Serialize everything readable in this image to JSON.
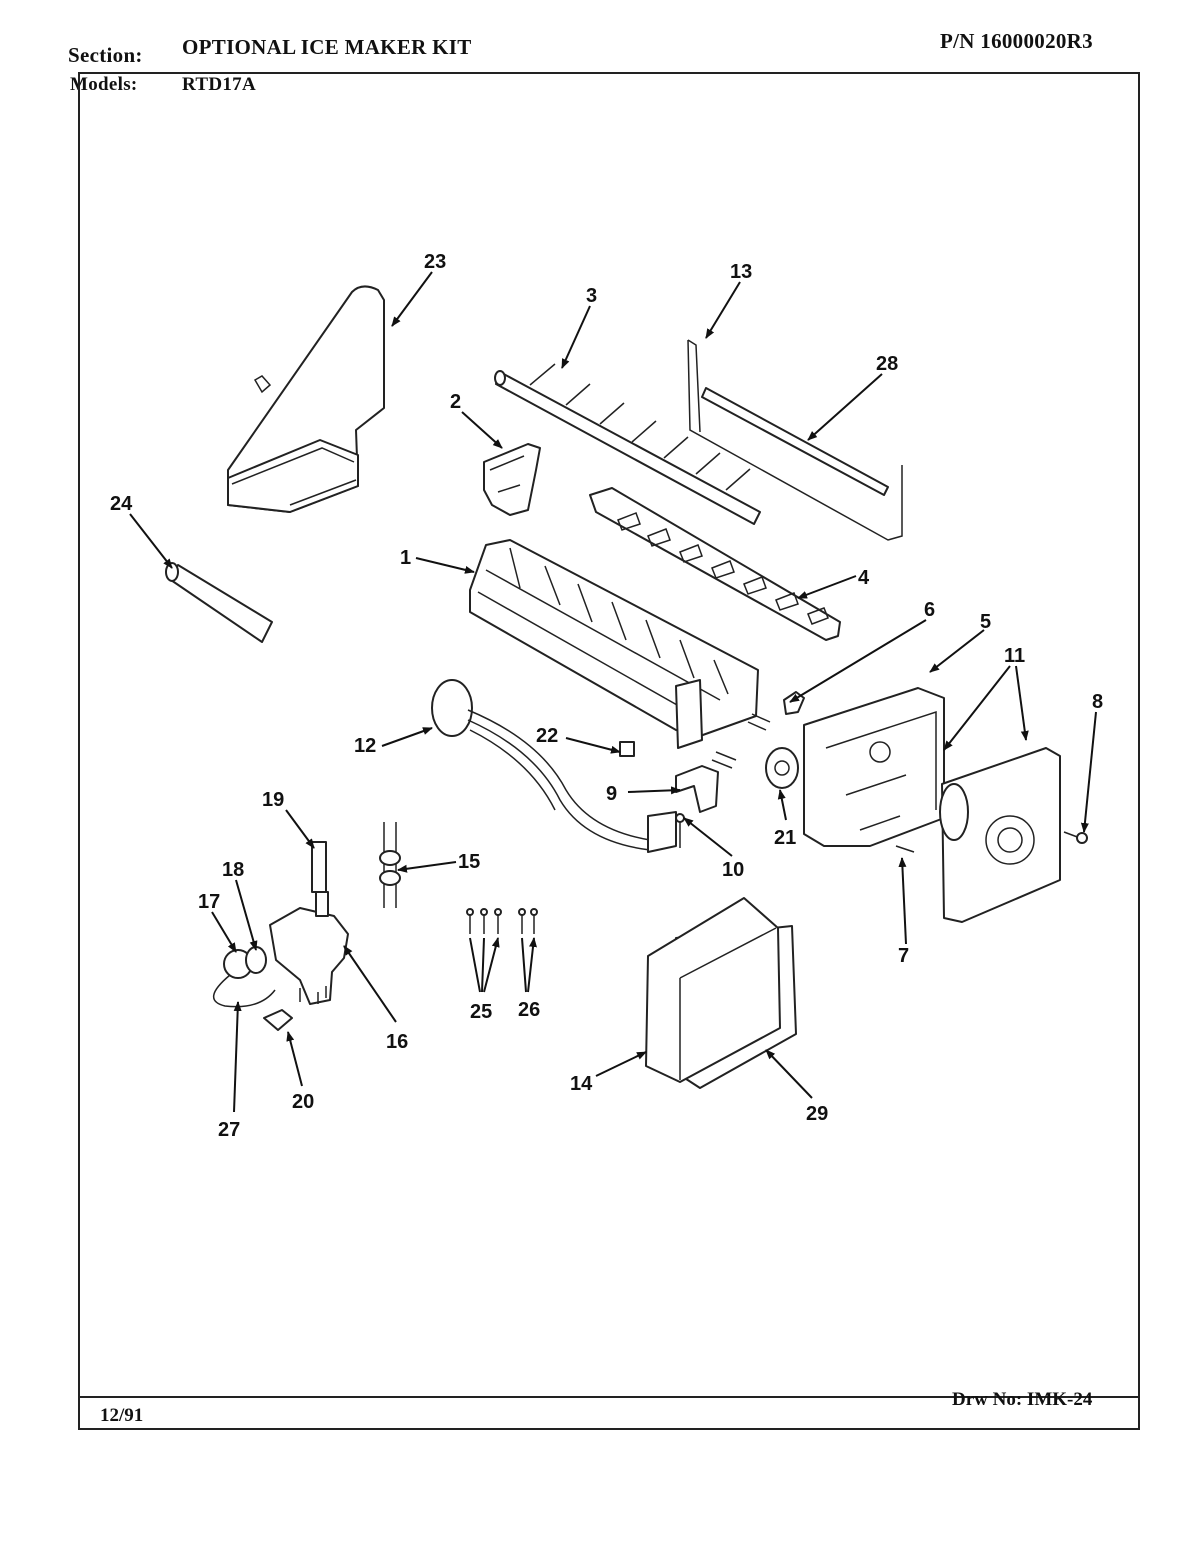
{
  "header": {
    "section_label": "Section:",
    "section_value": "OPTIONAL ICE MAKER KIT",
    "models_label": "Models:",
    "models_value": "RTD17A",
    "part_number": "P/N 16000020R3"
  },
  "footer": {
    "date": "12/91",
    "drawing_number": "Drw No: IMK-24"
  },
  "callouts": [
    "1",
    "2",
    "3",
    "4",
    "5",
    "6",
    "7",
    "8",
    "9",
    "10",
    "11",
    "12",
    "13",
    "14",
    "15",
    "16",
    "17",
    "18",
    "19",
    "20",
    "21",
    "22",
    "23",
    "24",
    "25",
    "26",
    "27",
    "28",
    "29"
  ]
}
